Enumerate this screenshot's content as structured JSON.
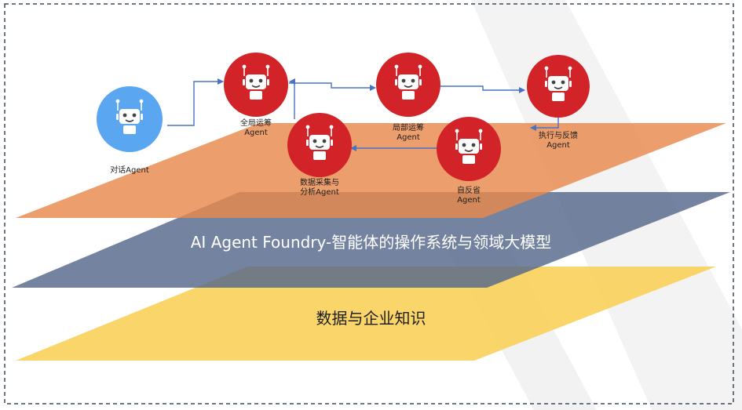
{
  "colors": {
    "border": "#3a4a5a",
    "orange_layer": "#e8894d",
    "slate_layer": "#55688a",
    "yellow_layer": "#f9d05a",
    "agent_red": "#d22328",
    "agent_blue": "#5aa6f0",
    "arrow": "#4a72c4"
  },
  "agents": {
    "dialog": {
      "label_line1": "对话Agent",
      "icon": "robot-icon"
    },
    "global_planning": {
      "label_line1": "全局运筹",
      "label_line2": "Agent",
      "icon": "robot-icon"
    },
    "local_planning": {
      "label_line1": "局部运筹",
      "label_line2": "Agent",
      "icon": "robot-icon"
    },
    "execution_feedback": {
      "label_line1": "执行与反馈",
      "label_line2": "Agent",
      "icon": "robot-icon"
    },
    "data_collection": {
      "label_line1": "数据采集与",
      "label_line2": "分析Agent",
      "icon": "robot-icon"
    },
    "self_reflection": {
      "label_line1": "自反省",
      "label_line2": "Agent",
      "icon": "robot-icon"
    }
  },
  "layers": {
    "foundry": "AI Agent Foundry-智能体的操作系统与领域大模型",
    "knowledge": "数据与企业知识"
  }
}
